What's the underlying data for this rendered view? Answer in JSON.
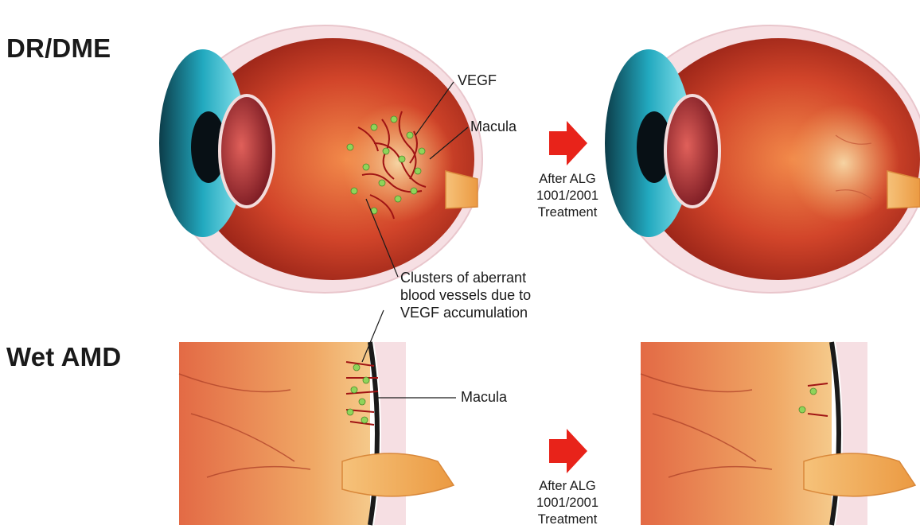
{
  "sections": {
    "top_title": "DR/DME",
    "bottom_title": "Wet AMD"
  },
  "labels": {
    "vegf": "VEGF",
    "macula_top": "Macula",
    "clusters": [
      "Clusters of aberrant",
      "blood vessels due to",
      "VEGF accumulation"
    ],
    "macula_bottom": "Macula"
  },
  "captions": {
    "top": [
      "After ALG",
      "1001/2001",
      "Treatment"
    ],
    "bottom": [
      "After ALG",
      "1001/2001",
      "Treatment"
    ]
  },
  "colors": {
    "arrow": "#e8231a",
    "retina": "#d7452a",
    "vegf_dot": "#8fd45a",
    "optic_nerve": "#f0a24a",
    "cornea": "#2fb8c8"
  }
}
